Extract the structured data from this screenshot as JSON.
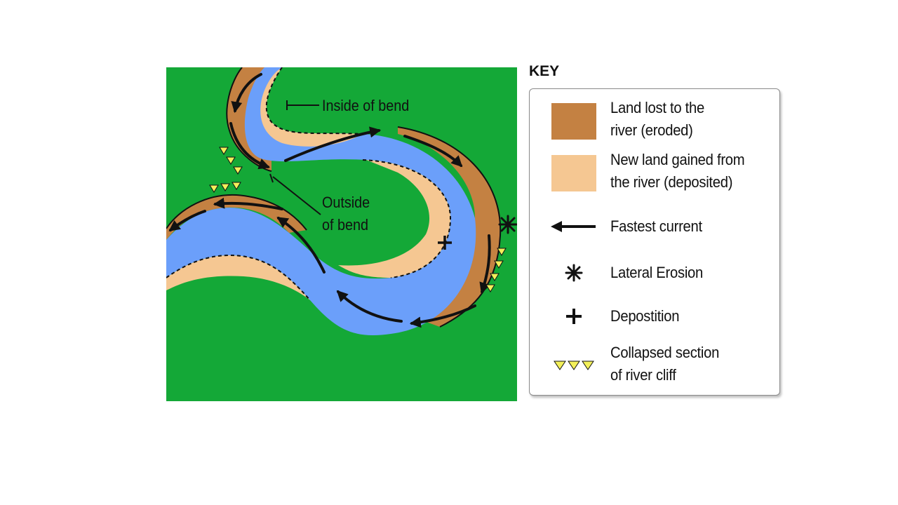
{
  "diagram": {
    "labels": {
      "inside_of_bend": "Inside of bend",
      "outside_line1": "Outside",
      "outside_line2": "of bend"
    },
    "colors": {
      "land": "#14a837",
      "river": "#6b9ffa",
      "eroded": "#c48142",
      "deposited": "#f5c792",
      "collapsed": "#f3f05a"
    }
  },
  "key": {
    "title": "KEY",
    "items": [
      {
        "icon": "eroded-swatch-icon",
        "line1": "Land lost to the",
        "line2": "river (eroded)"
      },
      {
        "icon": "deposited-swatch-icon",
        "line1": "New land gained from",
        "line2": "the river (deposited)"
      },
      {
        "icon": "arrow-left-icon",
        "line1": "Fastest current"
      },
      {
        "icon": "asterisk-icon",
        "line1": "Lateral Erosion"
      },
      {
        "icon": "plus-icon",
        "line1": "Depostition"
      },
      {
        "icon": "triangles-icon",
        "line1": "Collapsed section",
        "line2": "of river cliff"
      }
    ]
  }
}
